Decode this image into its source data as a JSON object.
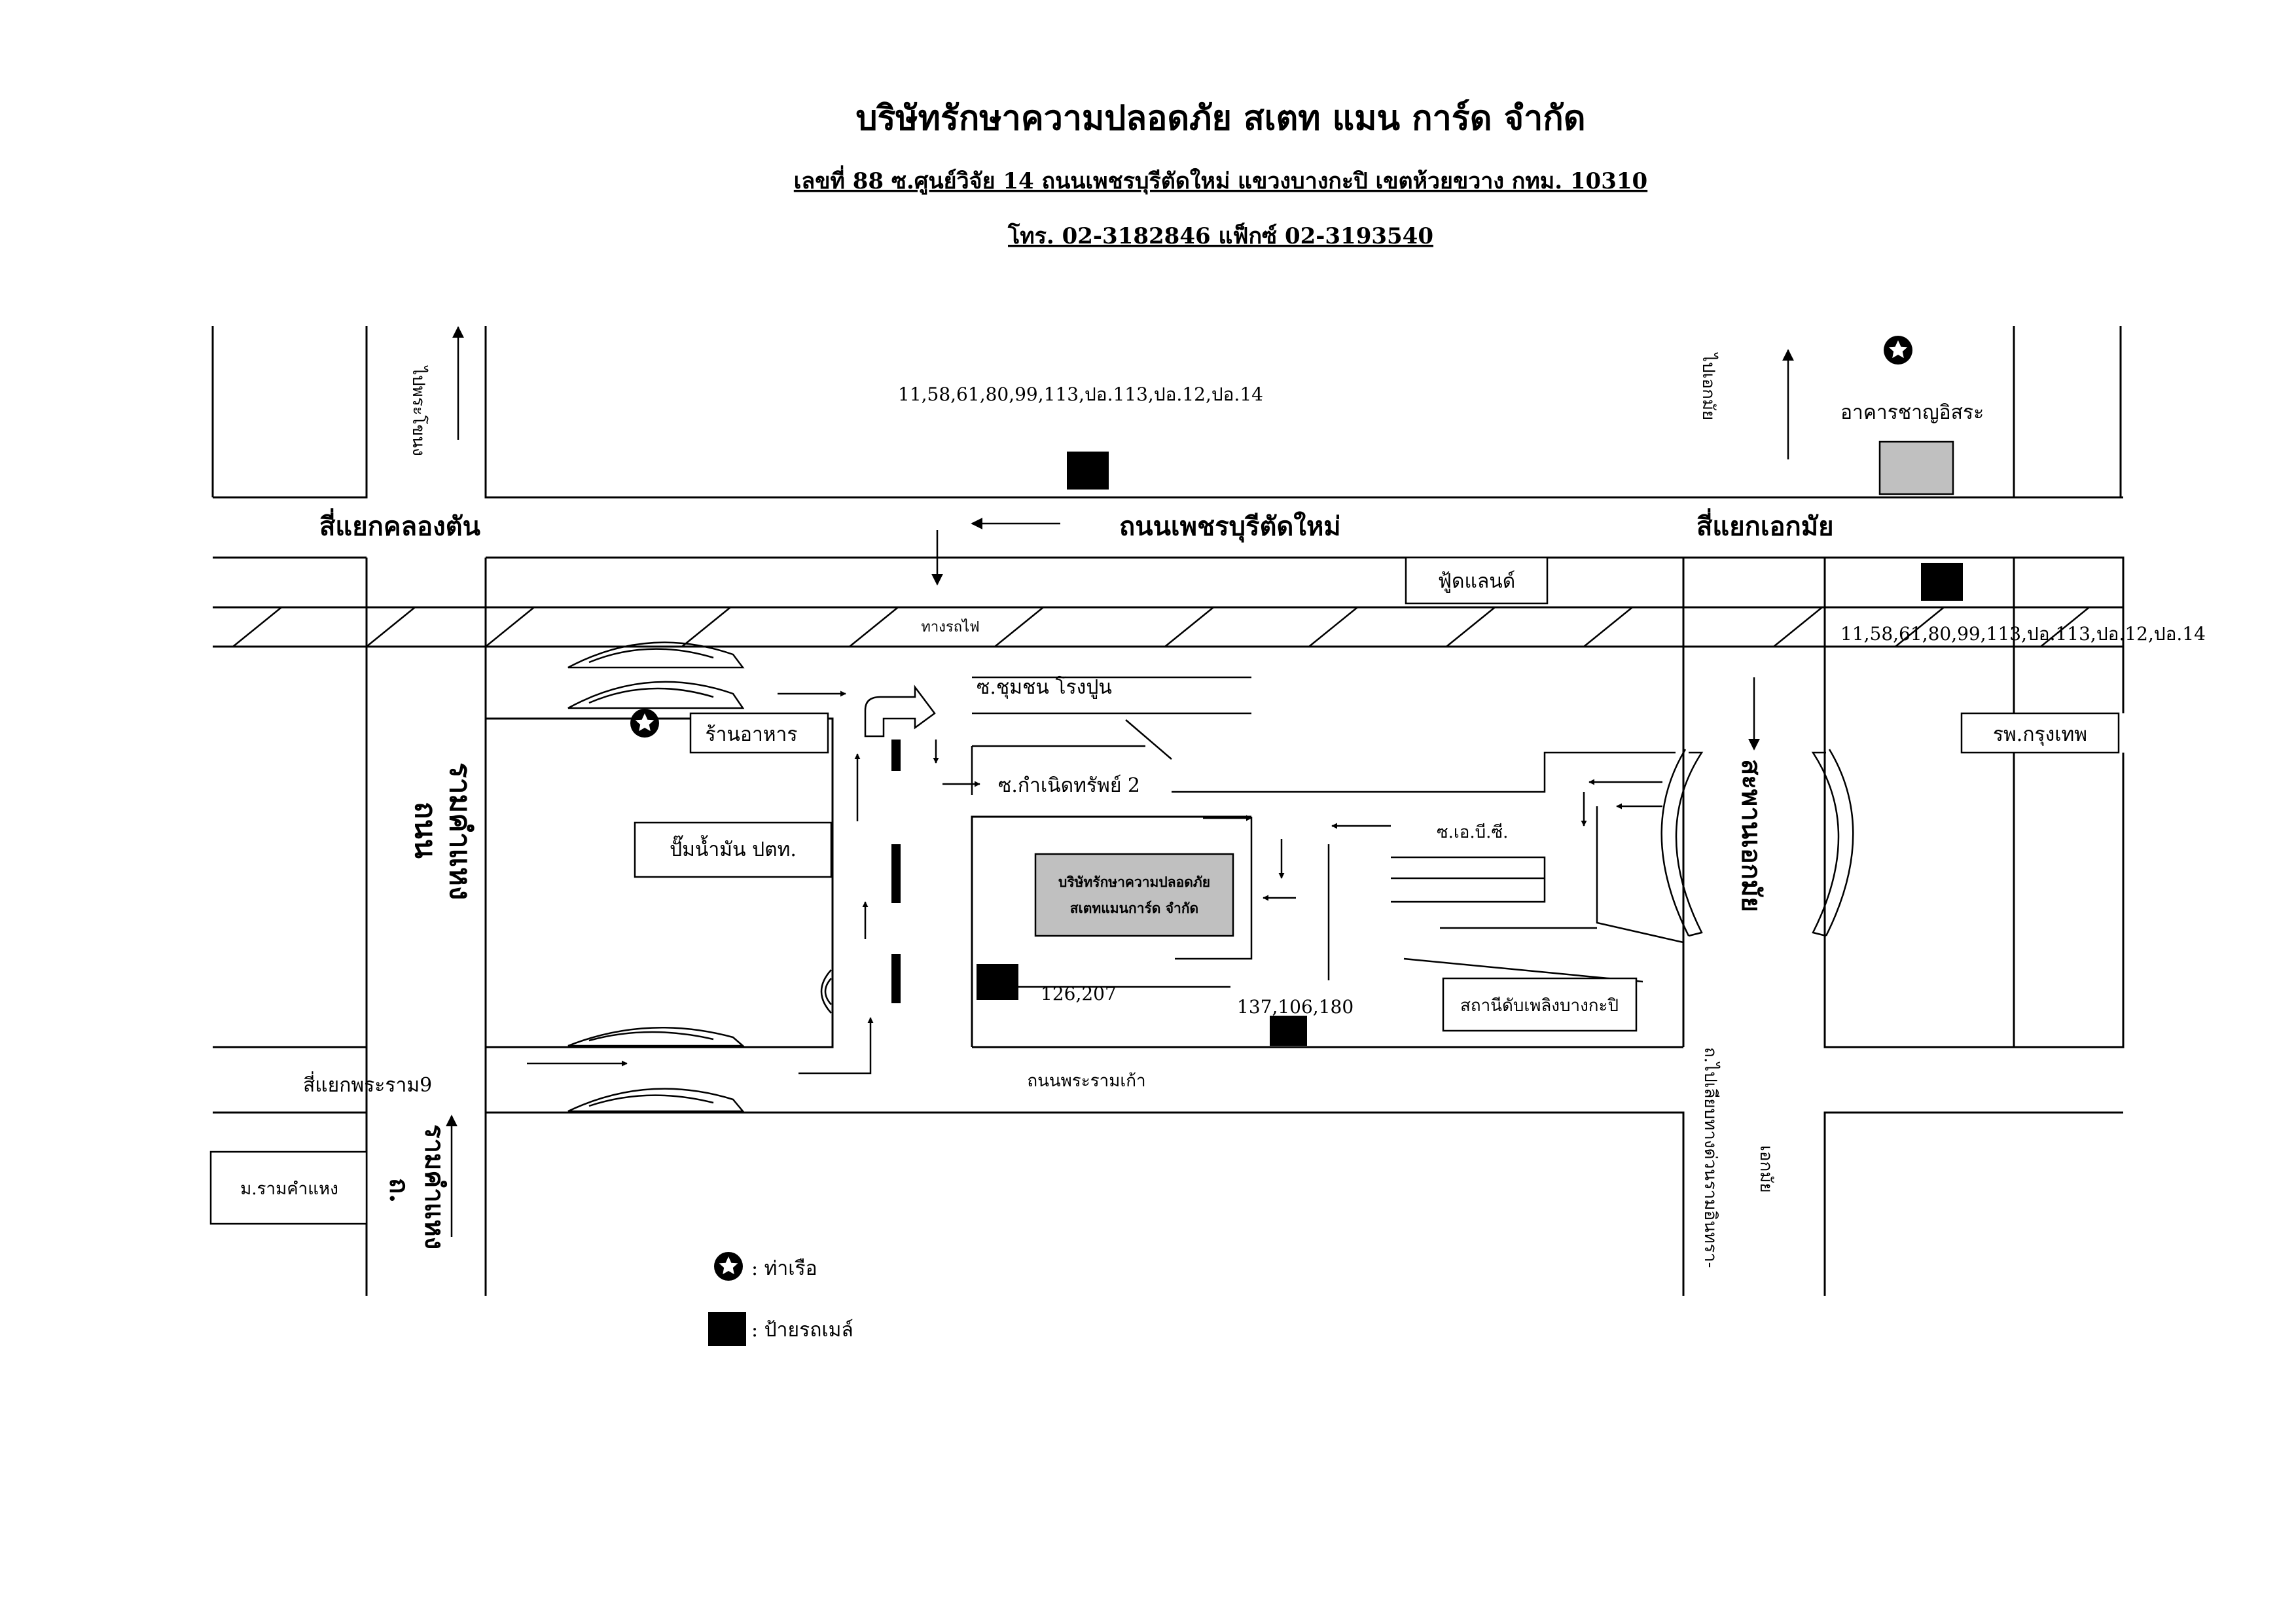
{
  "header": {
    "company": "บริษัทรักษาความปลอดภัย สเตท แมน การ์ด จำกัด",
    "address": "เลขที่ 88 ซ.ศูนย์วิจัย 14 ถนนเพชรบุรีตัดใหม่ แขวงบางกะปิ เขตห้วยขวาง กทม. 10310",
    "phone": "โทร. 02-3182846 แฟ็กซ์ 02-3193540"
  },
  "directions": {
    "to_pratunam": "ไปพระโขนง",
    "to_ekkamai": "ไปเอกมัย"
  },
  "intersections": {
    "klong_ton": "สี่แยกคลองตัน",
    "ekkamai": "สี่แยกเอกมัย",
    "rama9": "สี่แยกพระราม9"
  },
  "roads": {
    "phetchaburi": "ถนนเพชรบุรีตัดใหม่",
    "railway": "ทางรถไฟ",
    "ramkhamhaeng_line1": "ถนน",
    "ramkhamhaeng_line2": "รามคำแหง",
    "ramkhamhaeng_soi_line1": "ถ.",
    "ramkhamhaeng_soi_line2": "รามคำแหง",
    "rama9_old": "ถนนพระรามเก้า",
    "ekkamai_bridge": "สะพานเอกมัย",
    "expressway_line1": "ถ.ไปเลียบทางด่วนรามอินทรา-",
    "expressway_line2": "เอกมัย"
  },
  "sois": {
    "chumchon": "ซ.ชุมชน โรงปูน",
    "kamnerdsap": "ซ.กำเนิดทรัพย์ 2",
    "abc": "ซ.เอ.บี.ซี."
  },
  "places": {
    "chanyu_building": "อาคารชาญอิสระ",
    "foodland": "ฟู้ดแลนด์",
    "restaurant": "ร้านอาหาร",
    "ptt": "ปั๊มน้ำมัน ปตท.",
    "bangkok_hospital": "รพ.กรุงเทพ",
    "fire_station": "สถานีดับเพลิงบางกะปิ",
    "ramkhamhaeng_univ": "ม.รามคำแหง",
    "company_line1": "บริษัทรักษาความปลอดภัย",
    "company_line2": "สเตทแมนการ์ด จำกัด"
  },
  "bus_routes": {
    "north": "11,58,61,80,99,113,ปอ.113,ปอ.12,ปอ.14",
    "east": "11,58,61,80,99,113,ปอ.113,ปอ.12,ปอ.14",
    "rama9_a": "126,207",
    "rama9_b": "137,106,180"
  },
  "legend": {
    "pier": ": ท่าเรือ",
    "bus_stop": ": ป้ายรถเมล์"
  },
  "colors": {
    "ink": "#000000",
    "building_fill": "#c0c0c0",
    "background": "#ffffff"
  },
  "icons": {
    "pier": "star-in-circle-icon",
    "bus_stop": "black-square-icon"
  }
}
